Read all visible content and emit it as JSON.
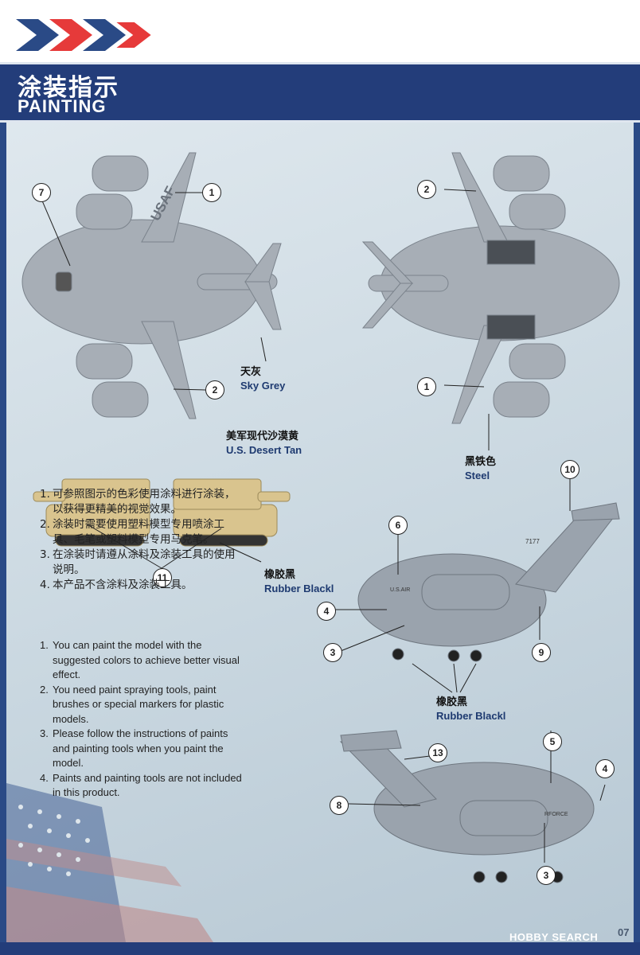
{
  "header": {
    "title_cn": "涂装指示",
    "title_en": "PAINTING",
    "chevron_colors": [
      "#2a4a86",
      "#e63a3a",
      "#2a4a86",
      "#e63a3a"
    ]
  },
  "colors": {
    "sky_grey": {
      "cn": "天灰",
      "en": "Sky Grey",
      "hex": "#9aa3ad"
    },
    "desert_tan": {
      "cn": "美军现代沙漠黄",
      "en": "U.S. Desert Tan",
      "hex": "#d9c48e"
    },
    "steel": {
      "cn": "黑铁色",
      "en": "Steel",
      "hex": "#4a4f55"
    },
    "rubber_black_tank": {
      "cn": "橡胶黑",
      "en": "Rubber Blackl",
      "hex": "#222222"
    },
    "rubber_black_plane": {
      "cn": "橡胶黑",
      "en": "Rubber Blackl",
      "hex": "#222222"
    }
  },
  "callouts": [
    "1",
    "2",
    "2",
    "7",
    "2",
    "1",
    "11",
    "10",
    "6",
    "4",
    "3",
    "9",
    "13",
    "5",
    "4",
    "8",
    "3"
  ],
  "decals": {
    "usaf": "USAF",
    "tail_code": "7177",
    "us_air": "U.S.AIR",
    "rforce": "RFORCE"
  },
  "notes_cn": [
    {
      "num": "1.",
      "text": "可参照图示的色彩使用涂料进行涂装，以获得更精美的视觉效果。"
    },
    {
      "num": "2.",
      "text": "涂装时需要使用塑料模型专用喷涂工具、毛笔或塑料模型专用马克笔。"
    },
    {
      "num": "3.",
      "text": "在涂装时请遵从涂料及涂装工具的使用说明。"
    },
    {
      "num": "4.",
      "text": "本产品不含涂料及涂装工具。"
    }
  ],
  "notes_en": [
    {
      "num": "1.",
      "text": "You can paint the model with the suggested colors to achieve better visual effect."
    },
    {
      "num": "2.",
      "text": "You need paint spraying tools, paint brushes or special markers for plastic models."
    },
    {
      "num": "3.",
      "text": "Please follow the instructions of paints and painting tools when you paint the model."
    },
    {
      "num": "4.",
      "text": "Paints and painting tools are not included in this product."
    }
  ],
  "footer": {
    "watermark": "HOBBY SEARCH",
    "page_number": "07"
  }
}
